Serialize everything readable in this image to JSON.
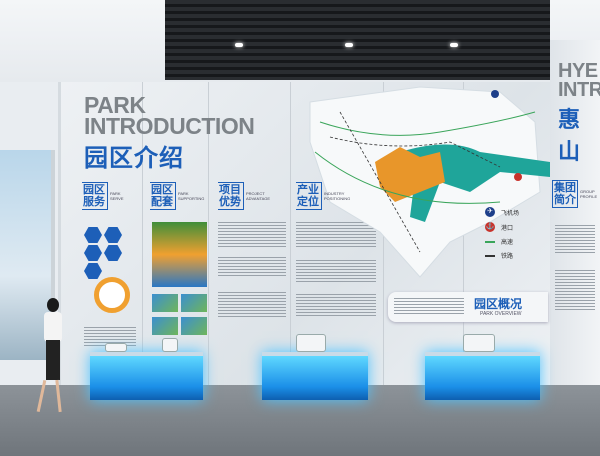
{
  "wall": {
    "title_en_line1": "PARK",
    "title_en_line2": "INTRODUCTION",
    "title_cn": "园区介绍",
    "sections": [
      {
        "cn": "园区服务",
        "en": "PARK SERVE"
      },
      {
        "cn": "园区配套",
        "en": "PARK SUPPORTING"
      },
      {
        "cn": "项目优势",
        "en": "PROJECT ADVANTAGE"
      },
      {
        "cn": "产业定位",
        "en": "INDUSTRY POSITIONING"
      }
    ]
  },
  "map": {
    "legend": [
      {
        "label": "飞机场",
        "icon": "airplane-icon"
      },
      {
        "label": "港口",
        "icon": "port-icon"
      },
      {
        "label": "高速",
        "icon": "highway-line-icon"
      },
      {
        "label": "铁路",
        "icon": "railway-line-icon"
      }
    ],
    "overview_cn": "园区概况",
    "overview_en": "PARK OVERVIEW"
  },
  "right_wall": {
    "title_en_line1": "HYE",
    "title_en_line2": "INTR",
    "title_cn": "惠山",
    "section_cn": "集团简介",
    "section_en": "GROUP PROFILE"
  },
  "colors": {
    "brand_blue": "#1d5fb8",
    "map_teal": "#1fa59a",
    "map_orange": "#e8962a",
    "pedestal_glow": "#4cc3ff"
  }
}
